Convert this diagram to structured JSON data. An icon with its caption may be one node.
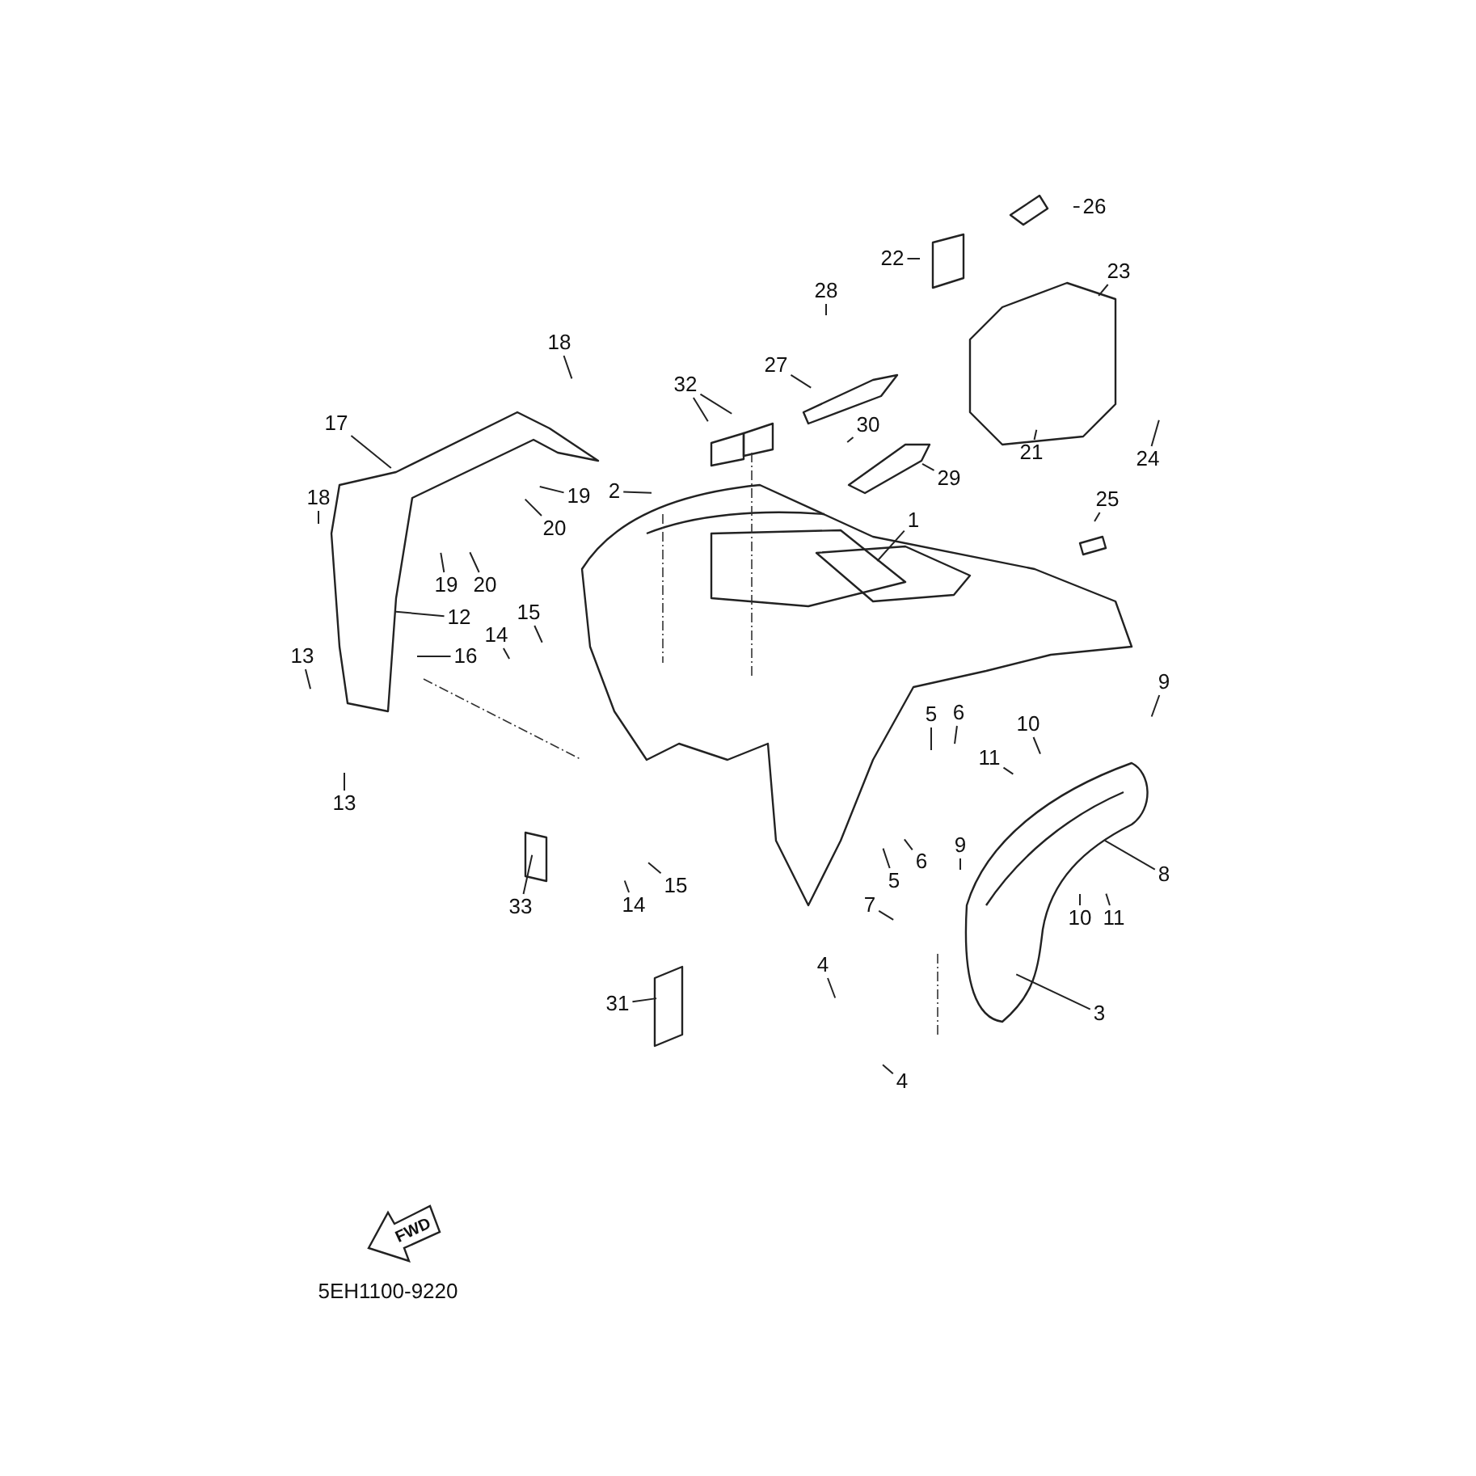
{
  "diagram": {
    "nodes": [
      {
        "text": [
          "26"
        ]
      },
      {
        "text": [
          "23"
        ]
      },
      {
        "text": [
          "22"
        ]
      },
      {
        "text": [
          "28"
        ]
      },
      {
        "text": [
          "18"
        ]
      },
      {
        "text": [
          "17"
        ]
      },
      {
        "text": [
          "32"
        ]
      },
      {
        "text": [
          "27"
        ]
      },
      {
        "text": [
          "30"
        ]
      },
      {
        "text": [
          "21"
        ]
      },
      {
        "text": [
          "24"
        ]
      },
      {
        "text": [
          "2"
        ]
      },
      {
        "text": [
          "19"
        ]
      },
      {
        "text": [
          "29"
        ]
      },
      {
        "text": [
          "25"
        ]
      },
      {
        "text": [
          "20"
        ]
      },
      {
        "text": [
          "18"
        ]
      },
      {
        "text": [
          "1"
        ]
      },
      {
        "text": [
          "19"
        ]
      },
      {
        "text": [
          "20"
        ]
      },
      {
        "text": [
          "12"
        ]
      },
      {
        "text": [
          "15"
        ]
      },
      {
        "text": [
          "14"
        ]
      },
      {
        "text": [
          "16"
        ]
      },
      {
        "text": [
          "13"
        ]
      },
      {
        "text": [
          "9"
        ]
      },
      {
        "text": [
          "10"
        ]
      },
      {
        "text": [
          "5"
        ]
      },
      {
        "text": [
          "6"
        ]
      },
      {
        "text": [
          "11"
        ]
      },
      {
        "text": [
          "13"
        ]
      },
      {
        "text": [
          "5"
        ]
      },
      {
        "text": [
          "6"
        ]
      },
      {
        "text": [
          "9"
        ]
      },
      {
        "text": [
          "8"
        ]
      },
      {
        "text": [
          "7"
        ]
      },
      {
        "text": [
          "14"
        ]
      },
      {
        "text": [
          "15"
        ]
      },
      {
        "text": [
          "33"
        ]
      },
      {
        "text": [
          "10"
        ]
      },
      {
        "text": [
          "11"
        ]
      },
      {
        "text": [
          "4"
        ]
      },
      {
        "text": [
          "31"
        ]
      },
      {
        "text": [
          "3"
        ]
      },
      {
        "text": [
          "4"
        ]
      }
    ],
    "edges": [
      {
        "from": 0,
        "to": null,
        "arrow": "none"
      },
      {
        "from": 1,
        "to": null,
        "arrow": "none"
      },
      {
        "from": 2,
        "to": null,
        "arrow": "none"
      },
      {
        "from": 3,
        "to": null,
        "arrow": "none"
      },
      {
        "from": 4,
        "to": null,
        "arrow": "none"
      },
      {
        "from": 5,
        "to": null,
        "arrow": "none"
      },
      {
        "from": 6,
        "to": null,
        "arrow": "none"
      },
      {
        "from": 6,
        "to": null,
        "arrow": "none"
      },
      {
        "from": 7,
        "to": null,
        "arrow": "none"
      },
      {
        "from": 8,
        "to": null,
        "arrow": "none"
      },
      {
        "from": 9,
        "to": null,
        "arrow": "none"
      },
      {
        "from": 10,
        "to": null,
        "arrow": "none"
      },
      {
        "from": 11,
        "to": null,
        "arrow": "none"
      },
      {
        "from": 12,
        "to": null,
        "arrow": "none"
      },
      {
        "from": 13,
        "to": null,
        "arrow": "none"
      },
      {
        "from": 14,
        "to": null,
        "arrow": "none"
      },
      {
        "from": 15,
        "to": null,
        "arrow": "none"
      },
      {
        "from": 16,
        "to": null,
        "arrow": "none"
      },
      {
        "from": 17,
        "to": null,
        "arrow": "none"
      },
      {
        "from": 18,
        "to": null,
        "arrow": "none"
      },
      {
        "from": 19,
        "to": null,
        "arrow": "none"
      },
      {
        "from": 20,
        "to": null,
        "arrow": "none"
      },
      {
        "from": 21,
        "to": null,
        "arrow": "none"
      },
      {
        "from": 22,
        "to": null,
        "arrow": "none"
      },
      {
        "from": 23,
        "to": null,
        "arrow": "none"
      },
      {
        "from": 24,
        "to": null,
        "arrow": "none"
      },
      {
        "from": 25,
        "to": null,
        "arrow": "none"
      },
      {
        "from": 26,
        "to": null,
        "arrow": "none"
      },
      {
        "from": 27,
        "to": null,
        "arrow": "none"
      },
      {
        "from": 28,
        "to": null,
        "arrow": "none"
      },
      {
        "from": 29,
        "to": null,
        "arrow": "none"
      },
      {
        "from": 30,
        "to": null,
        "arrow": "none"
      },
      {
        "from": 31,
        "to": null,
        "arrow": "none"
      },
      {
        "from": 32,
        "to": null,
        "arrow": "none"
      },
      {
        "from": 33,
        "to": null,
        "arrow": "none"
      },
      {
        "from": 34,
        "to": null,
        "arrow": "none"
      },
      {
        "from": 35,
        "to": null,
        "arrow": "none"
      },
      {
        "from": 36,
        "to": null,
        "arrow": "none"
      },
      {
        "from": 37,
        "to": null,
        "arrow": "none"
      },
      {
        "from": 38,
        "to": null,
        "arrow": "none"
      },
      {
        "from": 39,
        "to": null,
        "arrow": "none"
      },
      {
        "from": 40,
        "to": null,
        "arrow": "none"
      },
      {
        "from": 41,
        "to": null,
        "arrow": "none"
      },
      {
        "from": 42,
        "to": null,
        "arrow": "none"
      },
      {
        "from": 43,
        "to": null,
        "arrow": "none"
      },
      {
        "from": 44,
        "to": null,
        "arrow": "none"
      }
    ],
    "labels": [
      "FWD",
      "5EH1100-9220"
    ]
  }
}
